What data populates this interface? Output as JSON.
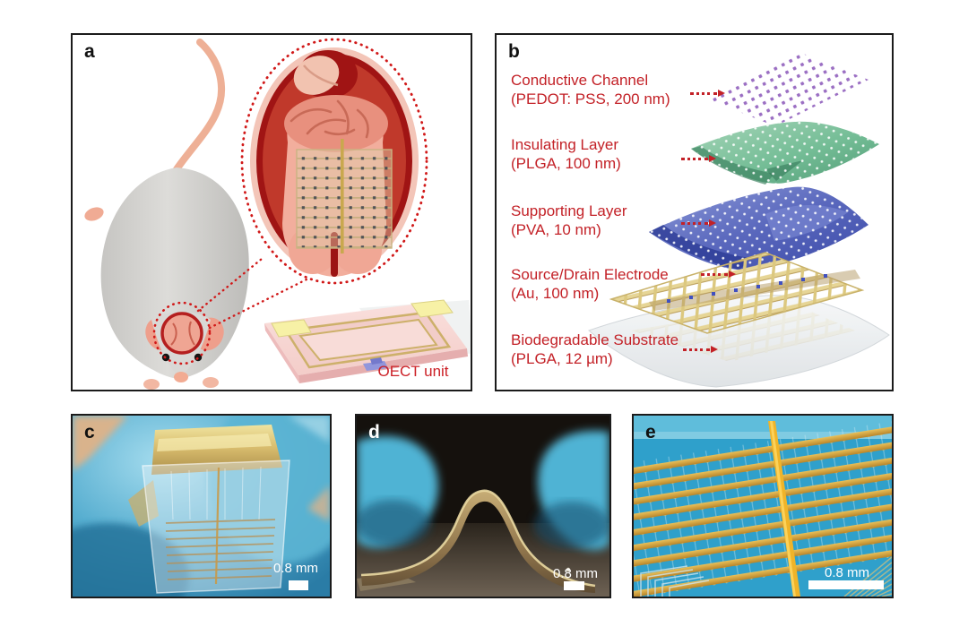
{
  "figure": {
    "panel_a": {
      "label": "a",
      "oect_label": "OECT unit"
    },
    "panel_b": {
      "label": "b",
      "layers": [
        {
          "name": "Conductive Channel",
          "spec": "(PEDOT: PSS, 200 nm)"
        },
        {
          "name": "Insulating Layer",
          "spec": "(PLGA, 100 nm)"
        },
        {
          "name": "Supporting Layer",
          "spec": "(PVA, 10 nm)"
        },
        {
          "name": "Source/Drain Electrode",
          "spec": "(Au, 100 nm)"
        },
        {
          "name": "Biodegradable Substrate",
          "spec": "(PLGA, 12 µm)"
        }
      ]
    },
    "panel_c": {
      "label": "c",
      "scale_label": "0.8 mm"
    },
    "panel_d": {
      "label": "d",
      "scale_label": "0.8 mm"
    },
    "panel_e": {
      "label": "e",
      "scale_label": "0.8 mm"
    },
    "colors": {
      "label_red": "#c32127",
      "dotted_outline_red": "#d11919",
      "pedot_purple": "#9b6fc3",
      "plga_green": "#6db391",
      "pva_blue": "#5a68bd",
      "gold_electrode": "#ddc683",
      "substrate_gray": "#e9ecee",
      "glove_blue": "#57aed0"
    }
  }
}
